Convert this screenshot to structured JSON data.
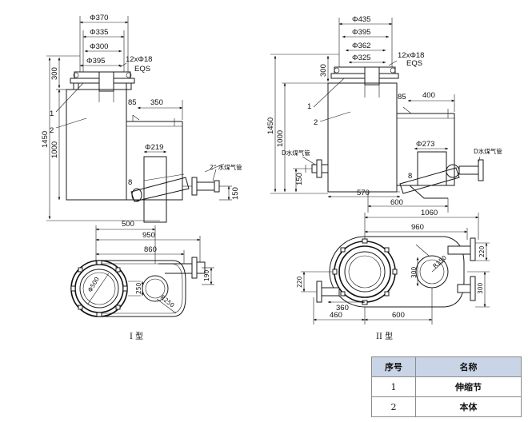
{
  "type_labels": {
    "type1": "I 型",
    "type2": "II 型"
  },
  "type1_dims": {
    "d370": "Φ370",
    "d335": "Φ335",
    "d300": "Φ300",
    "d395": "Φ395",
    "bolts": "12xΦ18",
    "eqs": "EQS",
    "h1450": "1450",
    "h1000": "1000",
    "h300": "300",
    "w85": "85",
    "w350": "350",
    "d219": "Φ219",
    "pipe": "2\" 水煤气管",
    "n8": "8",
    "h150": "150",
    "w500": "500",
    "w950": "950",
    "w860": "860",
    "r500": "Φ500",
    "r250": "R250",
    "h250": "250",
    "h190": "190",
    "part1": "1",
    "part2": "2"
  },
  "type2_dims": {
    "d435": "Φ435",
    "d395": "Φ395",
    "d362": "Φ362",
    "d325": "Φ325",
    "bolts": "12xΦ18",
    "eqs": "EQS",
    "h1450": "1450",
    "h1000": "1000",
    "h300": "300",
    "w85": "85",
    "w400": "400",
    "d273": "Φ273",
    "dpipeL": "D水煤气管",
    "dpipeR": "D水煤气管",
    "n8": "8",
    "h150": "150",
    "w570": "570",
    "w600": "600",
    "w1060": "1060",
    "w960": "960",
    "h220a": "220",
    "h220b": "220",
    "h300b": "300",
    "r300": "300",
    "r150": "R150",
    "w360": "360",
    "w460": "460",
    "w600b": "600",
    "part1": "1",
    "part2": "2"
  },
  "parts_table": {
    "header_no": "序号",
    "header_name": "名称",
    "rows": [
      {
        "no": "1",
        "name": "伸缩节"
      },
      {
        "no": "2",
        "name": "本体"
      }
    ]
  }
}
